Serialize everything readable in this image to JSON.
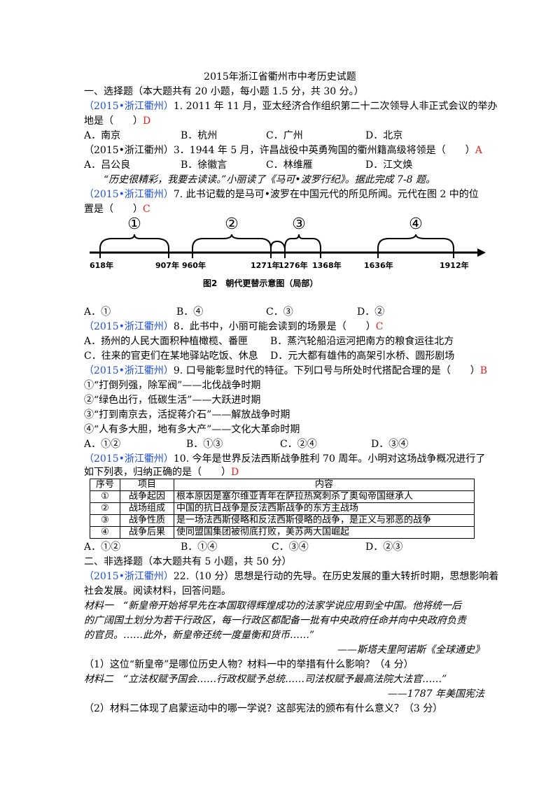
{
  "title": "2015年浙江省衢州市中考历史试题",
  "section1": "一、选择题（本大题共有 20 小题，每小题 1.5 分，共 30 分。）",
  "q1": {
    "src": "（2015•浙江衢州）",
    "text1": "1. 2011 年 11 月，亚太经济合作组织第二十二次领导人非正式会议的举办",
    "text2": "地是（　　）",
    "ans": "D",
    "options": [
      "A．南京",
      "B．杭州",
      "C．广州",
      "D．北京"
    ]
  },
  "q3": {
    "src": "（2015•浙江衢州）",
    "text": "3．1944 年 5 月，许昌战役中英勇殉国的衢州籍高级将领是（　　）",
    "ans": "A",
    "options": [
      "A．吕公良",
      "B．徐徽言",
      "C．林维雁",
      "D．江文焕"
    ]
  },
  "intro": "“历史很精彩，我要去读读。”小丽读了《马可•波罗行纪》。据此完成 7-8 题。",
  "q7": {
    "src": "（2015•浙江衢州）",
    "text1": "7. 此书记载的是马可•波罗在中国元代的所见所闻。元代在图 2 中的位",
    "text2": "置是（　　）",
    "ans": "C",
    "options": [
      "A．①",
      "B．④",
      "C．③",
      "D．②"
    ]
  },
  "figure": {
    "caption": "图2　朝代更替示意图（局部）",
    "brackets": [
      "①",
      "②",
      "③",
      "④"
    ],
    "years": [
      "618年",
      "907年",
      "960年",
      "1271年",
      "1276年",
      "1368年",
      "1636年",
      "1912年"
    ]
  },
  "q8": {
    "src": "（2015•浙江衢州）",
    "text": "8．此书中，小丽可能会读到的场景是（　　）",
    "ans": "C",
    "options": [
      "A．扬州的人民大面积种植橄榄、番匣",
      "B．蒸汽轮船沿运河把南方的粮食运往北方",
      "C．往来的官吏们在某地驿站吃饭、休息",
      "D．元大都有雄伟的高架引水桥、圆形剧场"
    ]
  },
  "q9": {
    "src": "（2015•浙江衢州）",
    "text": "9. 口号能彰显时代的特征。下列口号与所处时代搭配合理的是（　　）",
    "ans": "B",
    "items": [
      "①“打倒列强，除军阀”——北伐战争时期",
      "②“绿色出行，低碳生活”——大跃进时期",
      "③“打到南京去，活捉蒋介石”——解放战争时期",
      "④“人有多大胆，地有多大产”——文化大革命时期"
    ],
    "options": [
      "A．①②",
      "B．①③",
      "C．②④",
      "D．③④"
    ]
  },
  "q10": {
    "src": "（2015•浙江衢州）",
    "text1": "10. 今年是世界反法西斯战争胜利 70 周年。小明对这场战争概况进行了",
    "text2": "如下列表，归纳正确的是（　　）",
    "ans": "D",
    "table": {
      "headers": [
        "序号",
        "项目",
        "内容"
      ],
      "rows": [
        [
          "①",
          "战争起因",
          "根本原因是塞尔维亚青年在萨拉热窝刺杀了奥匈帝国继承人"
        ],
        [
          "②",
          "战场组成",
          "中国的抗日战争是反法西斯战争的东方主战场"
        ],
        [
          "③",
          "战争性质",
          "是一场法西斯侵略和反法西斯侵略的战争，是正义与邪恶的战争"
        ],
        [
          "④",
          "战争后果",
          "使同盟国集团被彻底打败，美苏两大国崛起"
        ]
      ]
    },
    "options": [
      "A．①②",
      "B．①④",
      "C．③④",
      "D．②③"
    ]
  },
  "section2": "二、非选择题（本大题共有 5 小题，共 50 分）",
  "q22": {
    "src": "（2015•浙江衢州）",
    "text1": "22.（10 分）思想是行动的先导。在历史发展的重大转折时期，思想影响着",
    "text2": "社会发展。阅读材料，回答问题。",
    "m1_label": "材料一",
    "m1_l1": "“新皇帝开始将早先在本国取得辉煌成功的法家学说应用到全中国。他将统一后",
    "m1_l2": "的广阔国土划分为若干行政区，每一行政区都配备一批有中央政府任命并向中央政府负责",
    "m1_l3": "的官员。……此外，新皇帝还统一度量衡和货币……”",
    "m1_src": "——斯塔夫里阿诺斯《全球通史》",
    "sub1": "（1）这位“新皇帝”是哪位历史人物？材料一中的举措有什么影响？（4 分）",
    "m2_label": "材料二",
    "m2_l1": "“立法权赋予国会……行政权赋予总统……司法权赋予最高法院大法官……”",
    "m2_src": "——1787 年美国宪法",
    "sub2": "（2）材料二体现了启蒙运动中的哪一学说？这部宪法的颁布有什么意义？（3 分）"
  }
}
